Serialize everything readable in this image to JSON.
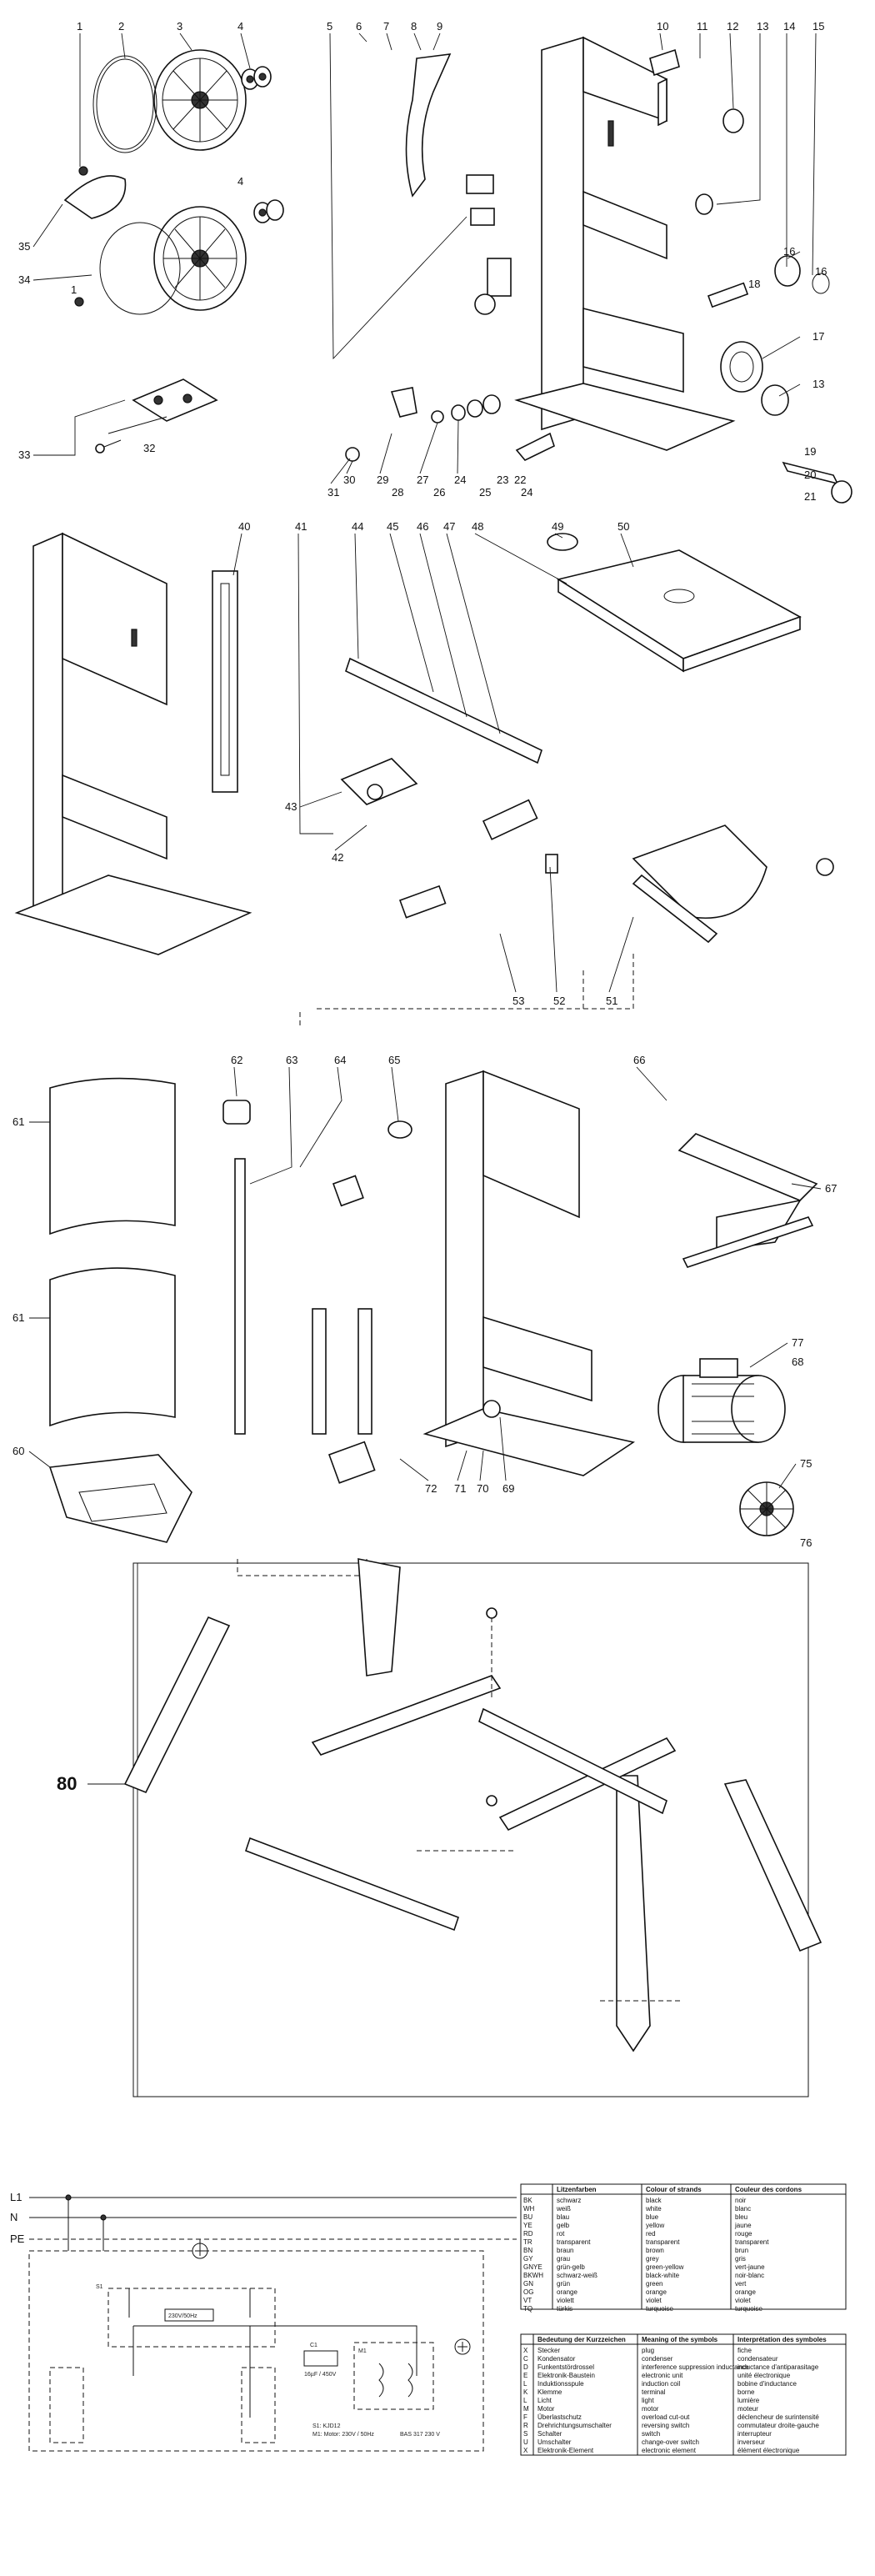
{
  "callouts": {
    "s1": [
      "1",
      "2",
      "3",
      "4",
      "5",
      "6",
      "7",
      "8",
      "9",
      "10",
      "11",
      "12",
      "13",
      "14",
      "15",
      "35",
      "34",
      "4",
      "1",
      "16",
      "16",
      "17",
      "18",
      "13",
      "33",
      "32",
      "19",
      "20",
      "21",
      "30",
      "31",
      "29",
      "28",
      "27",
      "26",
      "24",
      "25",
      "23",
      "24",
      "22"
    ],
    "s2": [
      "40",
      "41",
      "44",
      "45",
      "46",
      "47",
      "48",
      "49",
      "50",
      "43",
      "42",
      "53",
      "52",
      "51"
    ],
    "s3": [
      "62",
      "63",
      "64",
      "65",
      "66",
      "61",
      "61",
      "60",
      "67",
      "77",
      "68",
      "75",
      "76",
      "72",
      "71",
      "70",
      "69"
    ],
    "s4": [
      "80"
    ]
  },
  "schematic": {
    "lines": [
      "L1",
      "N",
      "PE"
    ],
    "switch": "S1",
    "motor": "M1",
    "capacitor": "C1",
    "cap_value": "16µF / 450V",
    "switch_value": "230V/50Hz",
    "legend_line1": "S1:   KJD12",
    "legend_line2": "M1:   Motor: 230V / 50Hz",
    "model": "BAS 317   230 V"
  },
  "colour_table": {
    "headers": [
      "Litzenfarben",
      "Colour of strands",
      "Couleur des cordons"
    ],
    "rows": [
      [
        "BK",
        "schwarz",
        "black",
        "noir"
      ],
      [
        "WH",
        "weiß",
        "white",
        "blanc"
      ],
      [
        "BU",
        "blau",
        "blue",
        "bleu"
      ],
      [
        "YE",
        "gelb",
        "yellow",
        "jaune"
      ],
      [
        "RD",
        "rot",
        "red",
        "rouge"
      ],
      [
        "TR",
        "transparent",
        "transparent",
        "transparent"
      ],
      [
        "BN",
        "braun",
        "brown",
        "brun"
      ],
      [
        "GY",
        "grau",
        "grey",
        "gris"
      ],
      [
        "GNYE",
        "grün-gelb",
        "green-yellow",
        "vert-jaune"
      ],
      [
        "BKWH",
        "schwarz-weiß",
        "black-white",
        "noir-blanc"
      ],
      [
        "GN",
        "grün",
        "green",
        "vert"
      ],
      [
        "OG",
        "orange",
        "orange",
        "orange"
      ],
      [
        "VT",
        "violett",
        "violet",
        "violet"
      ],
      [
        "TQ",
        "türkis",
        "turquoise",
        "turquoise"
      ]
    ]
  },
  "symbol_table": {
    "headers": [
      "Bedeutung der Kurzzeichen",
      "Meaning of the symbols",
      "Interprétation des symboles"
    ],
    "rows": [
      [
        "X",
        "Stecker",
        "plug",
        "fiche"
      ],
      [
        "C",
        "Kondensator",
        "condenser",
        "condensateur"
      ],
      [
        "D",
        "Funkentstördrossel",
        "interference suppression inductance",
        "inductance d'antiparasitage"
      ],
      [
        "E",
        "Elektronik-Baustein",
        "electronic unit",
        "unité électronique"
      ],
      [
        "L",
        "Induktionsspule",
        "induction coil",
        "bobine d'inductance"
      ],
      [
        "K",
        "Klemme",
        "terminal",
        "borne"
      ],
      [
        "L",
        "Licht",
        "light",
        "lumière"
      ],
      [
        "M",
        "Motor",
        "motor",
        "moteur"
      ],
      [
        "F",
        "Überlastschutz",
        "overload cut-out",
        "déclencheur de surintensité"
      ],
      [
        "R",
        "Drehrichtungsumschalter",
        "reversing switch",
        "commutateur droite-gauche"
      ],
      [
        "S",
        "Schalter",
        "switch",
        "interrupteur"
      ],
      [
        "U",
        "Umschalter",
        "change-over switch",
        "inverseur"
      ],
      [
        "X",
        "Elektronik-Element",
        "electronic element",
        "élément électronique"
      ]
    ]
  }
}
